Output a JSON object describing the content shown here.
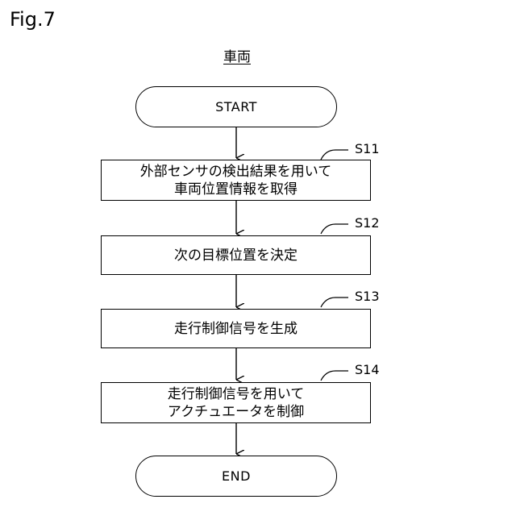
{
  "figure_label": "Fig.7",
  "heading": "車両",
  "start_label": "START",
  "end_label": "END",
  "steps": [
    {
      "id": "S11",
      "lines": [
        "外部センサの検出結果を用いて",
        "車両位置情報を取得"
      ]
    },
    {
      "id": "S12",
      "lines": [
        "次の目標位置を決定"
      ]
    },
    {
      "id": "S13",
      "lines": [
        "走行制御信号を生成"
      ]
    },
    {
      "id": "S14",
      "lines": [
        "走行制御信号を用いて",
        "アクチュエータを制御"
      ]
    }
  ]
}
